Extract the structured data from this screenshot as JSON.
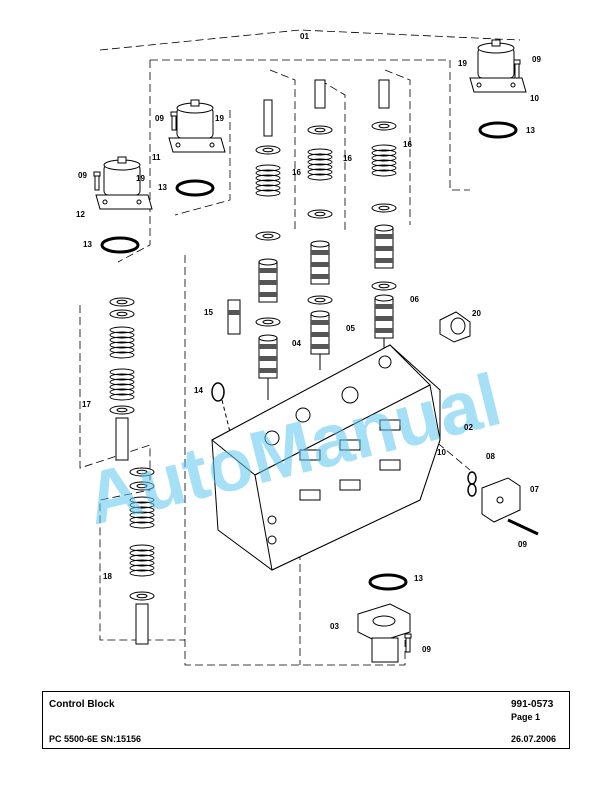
{
  "watermark": "AutoManual",
  "parts": {
    "p01": "01",
    "p02": "02",
    "p03": "03",
    "p04": "04",
    "p05": "05",
    "p06": "06",
    "p07": "07",
    "p08": "08",
    "p09": "09",
    "p10": "10",
    "p11": "11",
    "p12": "12",
    "p13": "13",
    "p14": "14",
    "p15": "15",
    "p16": "16",
    "p17": "17",
    "p18": "18",
    "p19": "19",
    "p20": "20"
  },
  "titleblock": {
    "title": "Control Block",
    "doc_number": "991-0573",
    "page": "Page 1",
    "model": "PC 5500-6E SN:15156",
    "date": "26.07.2006"
  }
}
